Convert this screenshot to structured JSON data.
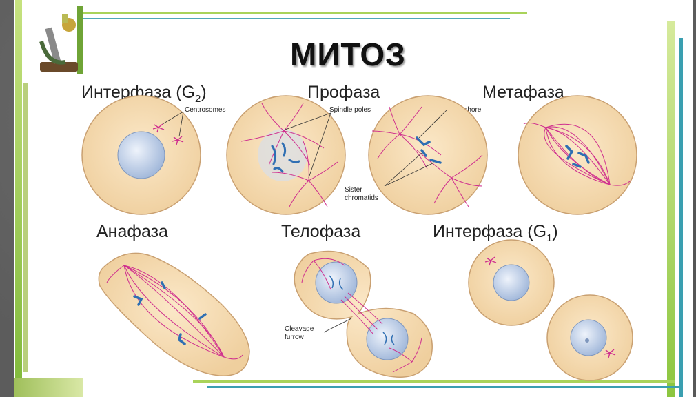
{
  "slide": {
    "title": "МИТОЗ",
    "logo_icon": "microscope-icon"
  },
  "phases": {
    "interphase_g2": {
      "label": "Интерфаза (G",
      "sub": "2",
      "close": ")"
    },
    "prophase": {
      "label": "Профаза"
    },
    "metaphase": {
      "label": "Метафаза"
    },
    "anaphase": {
      "label": "Анафаза"
    },
    "telophase": {
      "label": "Телофаза"
    },
    "interphase_g1": {
      "label": "Интерфаза (G",
      "sub": "1",
      "close": ")"
    }
  },
  "annotations": {
    "centrosomes": "Centrosomes",
    "spindle_poles": "Spindle poles",
    "kinetochore": "Kinetochore",
    "sister_line1": "Sister",
    "sister_line2": "chromatids",
    "cleavage_line1": "Cleavage",
    "cleavage_line2": "furrow"
  },
  "colors": {
    "cell_fill": "#f6dcb4",
    "cell_outline": "#c9a071",
    "nucleus": "#c8d6ec",
    "spindle": "#cf2e8e",
    "chromosome": "#2f6fb3",
    "accent_green": "#8cc63f",
    "accent_teal": "#3a9fb0"
  }
}
